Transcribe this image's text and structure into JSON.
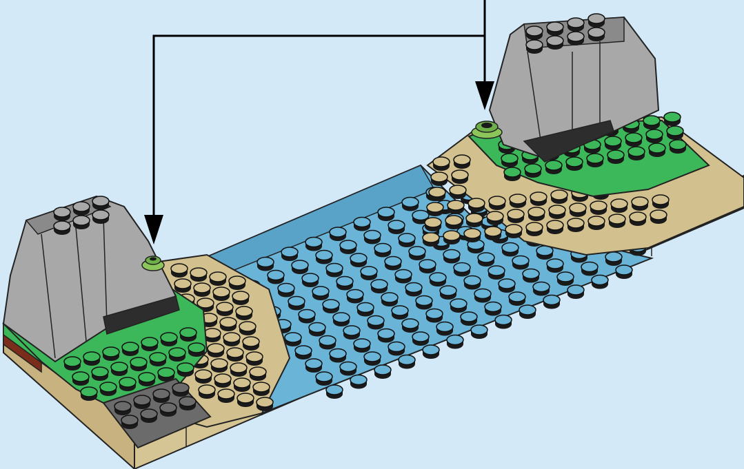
{
  "scene": {
    "kind": "instruction-step",
    "background_color": "#d3e9f8",
    "parts": [
      {
        "name": "left-slope-bricks",
        "color": "#a8a8a8"
      },
      {
        "name": "right-slope-bricks",
        "color": "#a8a8a8"
      },
      {
        "name": "flower-pieces",
        "count": 2,
        "color": "#8cc65a"
      },
      {
        "name": "river-plate",
        "color": "#6ab4d8"
      },
      {
        "name": "grass-plates",
        "color": "#3cb85a"
      },
      {
        "name": "sand-plates",
        "color": "#d2c08e"
      },
      {
        "name": "dark-grey-plate",
        "color": "#6b6b6b"
      }
    ],
    "callout": {
      "type": "placement-arrows",
      "count": 2,
      "color": "#000000"
    }
  }
}
